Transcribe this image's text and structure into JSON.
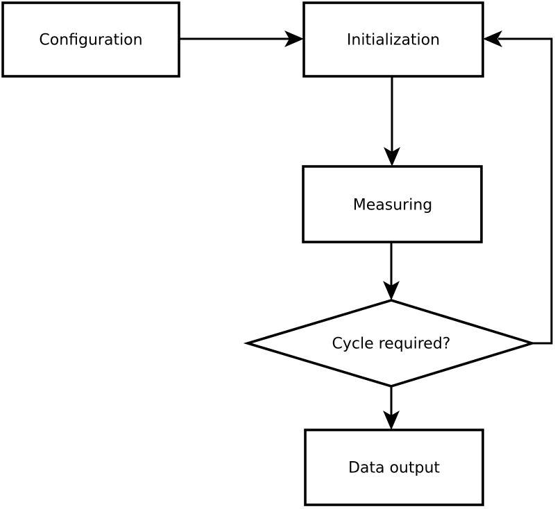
{
  "flowchart": {
    "colors": {
      "background": "#ffffff",
      "node_fill": "#ffffff",
      "stroke": "#000000",
      "text": "#000000"
    },
    "nodes": {
      "configuration": {
        "label": "Configuration",
        "shape": "rectangle"
      },
      "initialization": {
        "label": "Initialization",
        "shape": "rectangle"
      },
      "measuring": {
        "label": "Measuring",
        "shape": "rectangle"
      },
      "cycle_required": {
        "label": "Cycle required?",
        "shape": "diamond"
      },
      "data_output": {
        "label": "Data output",
        "shape": "rectangle"
      }
    },
    "edges": [
      {
        "from": "configuration",
        "to": "initialization",
        "direction": "right"
      },
      {
        "from": "initialization",
        "to": "measuring",
        "direction": "down"
      },
      {
        "from": "measuring",
        "to": "cycle_required",
        "direction": "down"
      },
      {
        "from": "cycle_required",
        "to": "data_output",
        "direction": "down"
      },
      {
        "from": "cycle_required",
        "to": "initialization",
        "direction": "loop-right-up"
      }
    ]
  }
}
